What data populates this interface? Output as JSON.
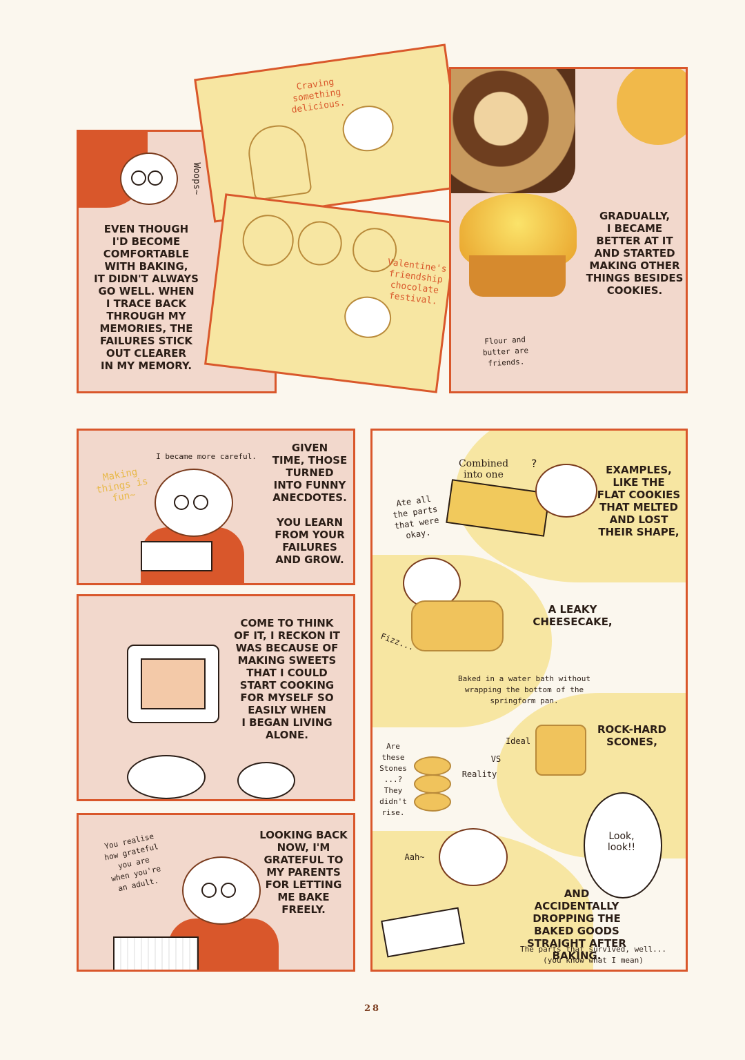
{
  "panel1": {
    "sfx": "Woops~",
    "caption": "EVEN THOUGH\nI'D BECOME\nCOMFORTABLE\nWITH BAKING,\nIT DIDN'T ALWAYS\nGO WELL. WHEN\nI TRACE BACK\nTHROUGH MY\nMEMORIES, THE\nFAILURES STICK\nOUT CLEARER\nIN MY MEMORY."
  },
  "panel2": {
    "note": "Craving\nsomething\ndelicious."
  },
  "panel3": {
    "note": "Valentine's\nfriendship\nchocolate\nfestival."
  },
  "panel4": {
    "caption": "GRADUALLY,\nI BECAME\nBETTER AT IT\nAND STARTED\nMAKING OTHER\nTHINGS BESIDES\nCOOKIES.",
    "note": "Flour and\nbutter are\nfriends."
  },
  "panel5": {
    "note1": "I became more careful.",
    "note2": "Making\nthings is\nfun~",
    "caption1": "GIVEN\nTIME, THOSE\nTURNED\nINTO FUNNY\nANECDOTES.",
    "caption2": "YOU LEARN\nFROM YOUR\nFAILURES\nAND GROW."
  },
  "panel6": {
    "caption": "COME TO THINK\nOF IT, I RECKON IT\nWAS BECAUSE OF\nMAKING SWEETS\nTHAT I COULD\nSTART COOKING\nFOR MYSELF SO\nEASILY WHEN\nI BEGAN LIVING\nALONE."
  },
  "panel7": {
    "note": "You realise\nhow grateful\nyou are\nwhen you're\nan adult.",
    "caption": "LOOKING BACK\nNOW, I'M\nGRATEFUL TO\nMY PARENTS\nFOR LETTING\nME BAKE\nFREELY."
  },
  "panel8": {
    "combined": "Combined\ninto one",
    "question": "?",
    "caption1": "EXAMPLES,\nLIKE THE\nFLAT COOKIES\nTHAT MELTED\nAND LOST\nTHEIR SHAPE,",
    "ate": "Ate all\nthe parts\nthat were\nokay.",
    "caption2": "A LEAKY\nCHEESECAKE,",
    "sfx": "Fizz...",
    "water": "Baked in a water bath without\nwrapping the bottom of the\nspringform pan.",
    "ideal": "Ideal",
    "vs": "VS",
    "reality": "Reality",
    "caption3": "ROCK-HARD\nSCONES,",
    "stones": "Are\nthese\nStones\n...?\nThey\ndidn't\nrise.",
    "bubble": "Look,\nlook!!",
    "aah": "Aah~",
    "caption4": "AND\nACCIDENTALLY\nDROPPING THE\nBAKED GOODS\nSTRAIGHT AFTER\nBAKING.",
    "survived": "The parts that survived, well...\n(you know what I mean)"
  },
  "page_number": "28"
}
